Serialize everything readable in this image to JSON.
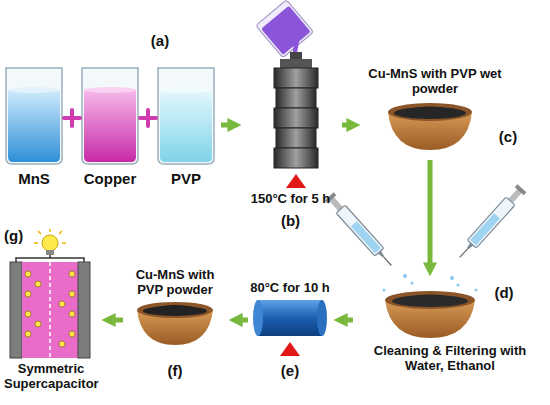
{
  "diagram": {
    "nodes": [
      {
        "text": [
          "MnS"
        ]
      },
      {
        "text": [
          "Copper"
        ]
      },
      {
        "text": [
          "PVP"
        ]
      },
      {
        "text": [
          "150°C for 5 h",
          "(b)"
        ]
      },
      {
        "text": [
          "Cu-MnS with PVP wet powder",
          "(c)"
        ]
      },
      {
        "text": [
          "Cleaning & Filtering with Water, Ethanol",
          "(d)"
        ]
      },
      {
        "text": [
          "80°C for 10 h",
          "(e)"
        ]
      },
      {
        "text": [
          "Cu-MnS with PVP powder",
          "(f)"
        ]
      },
      {
        "text": [
          "Symmetric Supercapacitor",
          "(g)"
        ]
      }
    ],
    "edges": [
      {
        "from": 2,
        "to": 3,
        "arrow": "to"
      },
      {
        "from": 3,
        "to": 4,
        "arrow": "to"
      },
      {
        "from": 4,
        "to": 5,
        "arrow": "to"
      },
      {
        "from": 5,
        "to": 6,
        "arrow": "to"
      },
      {
        "from": 6,
        "to": 7,
        "arrow": "to"
      },
      {
        "from": 7,
        "to": 8,
        "arrow": "to"
      }
    ],
    "labels": [
      "(a)"
    ]
  }
}
